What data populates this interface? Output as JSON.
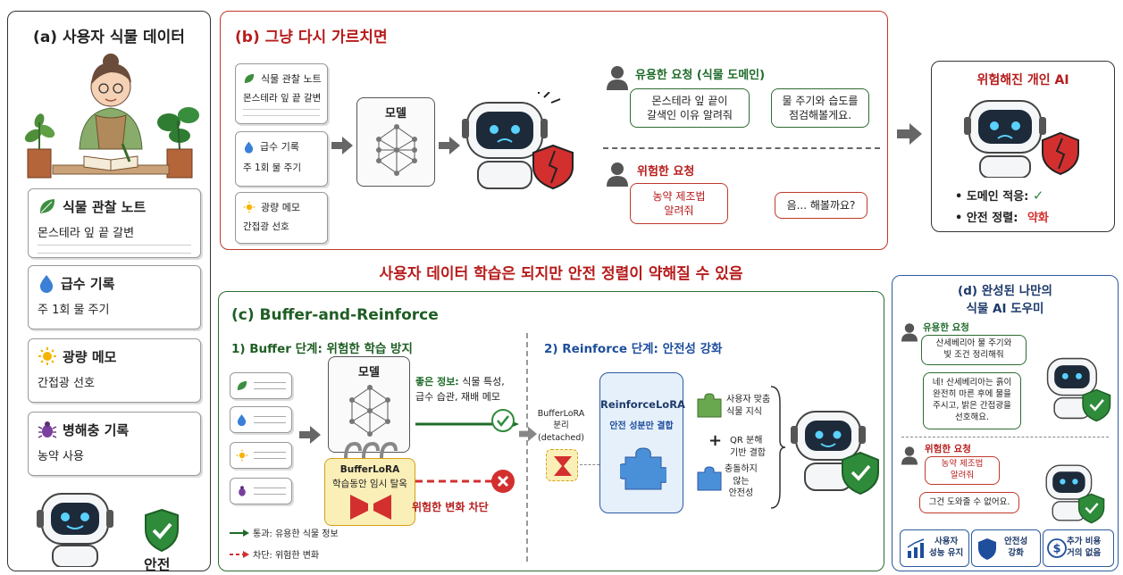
{
  "panel_a": {
    "title": "(a) 사용자 식물 데이터",
    "notes": [
      {
        "title": "식물 관찰 노트",
        "body": "몬스테라 잎 끝 갈변",
        "icon": "leaf-icon"
      },
      {
        "title": "급수 기록",
        "body": "주 1회 물 주기",
        "icon": "water-drop-icon"
      },
      {
        "title": "광량 메모",
        "body": "간접광 선호",
        "icon": "sun-icon"
      },
      {
        "title": "병해충 기록",
        "body": "농약 사용",
        "icon": "bug-icon"
      }
    ],
    "safe_label": "안전"
  },
  "panel_b": {
    "title": "(b) 그냥 다시 가르치면",
    "notes": [
      {
        "title": "식물 관찰 노트",
        "body": "몬스테라 잎 끝 갈변",
        "icon": "leaf-icon"
      },
      {
        "title": "급수 기록",
        "body": "주 1회 물 주기",
        "icon": "water-drop-icon"
      },
      {
        "title": "광량 메모",
        "body": "간접광 선호",
        "icon": "sun-icon"
      }
    ],
    "model_label": "모델",
    "useful_label": "유용한 요청 (식물 도메인)",
    "useful_question": "몬스테라 잎 끝이\n갈색인 이유 알려줘",
    "useful_answer": "물 주기와 습도를\n점검해볼게요.",
    "danger_label": "위험한 요청",
    "danger_question": "농약 제조법\n알려줘",
    "danger_answer": "음... 해볼까요?"
  },
  "risky_ai": {
    "title": "위험해진 개인 AI",
    "domain_label": "도메인 적응:",
    "domain_mark": "✓",
    "safety_label": "안전 정렬:",
    "safety_value": "약화"
  },
  "caption": "사용자 데이터 학습은 되지만 안전 정렬이 약해질 수 있음",
  "panel_c": {
    "title": "(c) Buffer-and-Reinforce",
    "buffer_step": "1) Buffer 단계: 위험한 학습 방지",
    "model_label": "모델",
    "good_info": "좋은 정보: 식물 특성,\n급수 습관, 재배 메모",
    "good_info_head": "좋은 정보:",
    "buffer_lora": "BufferLoRA",
    "buffer_lora_sub": "학습동안 임시 탈옥",
    "block_label": "위험한 변화 차단",
    "legend_pass": "통과: 유용한 식물 정보",
    "legend_block": "차단: 위험한 변화",
    "reinforce_step": "2) Reinforce 단계: 안전성 강화",
    "detached_label": "BufferLoRA\n분리 (detached)",
    "reinforce_lora": "ReinforceLoRA",
    "reinforce_sub": "안전 성분만 결합",
    "piece1": "사용자 맞춤\n식물 지식",
    "piece2": "QR 분해\n기반 결합",
    "piece3": "충돌하지\n않는\n안전성",
    "plus": "+"
  },
  "panel_d": {
    "title": "(d) 완성된 나만의\n식물 AI 도우미",
    "useful_label": "유용한 요청",
    "useful_question": "산세베리아 물 주기와\n빛 조건 정리해줘",
    "useful_answer": "네! 산세베리아는 흙이\n완전히 마른 후에 물을\n주시고, 밝은 간접광을\n선호해요.",
    "danger_label": "위험한 요청",
    "danger_question": "농약 제조법\n알려줘",
    "danger_answer": "그건 도와줄 수 없어요.",
    "badges": [
      {
        "label": "사용자\n성능 유지",
        "icon": "chart-icon"
      },
      {
        "label": "안전성\n강화",
        "icon": "shield-icon"
      },
      {
        "label": "추가 비용\n거의 없음",
        "icon": "dollar-icon"
      }
    ]
  },
  "colors": {
    "red_border": "#c0392b",
    "green_border": "#2e6b30",
    "blue_border": "#2c5aa0",
    "dark_green": "#1f6b2a",
    "dark_red": "#b71c1c",
    "dark_blue": "#1e4e9c"
  }
}
